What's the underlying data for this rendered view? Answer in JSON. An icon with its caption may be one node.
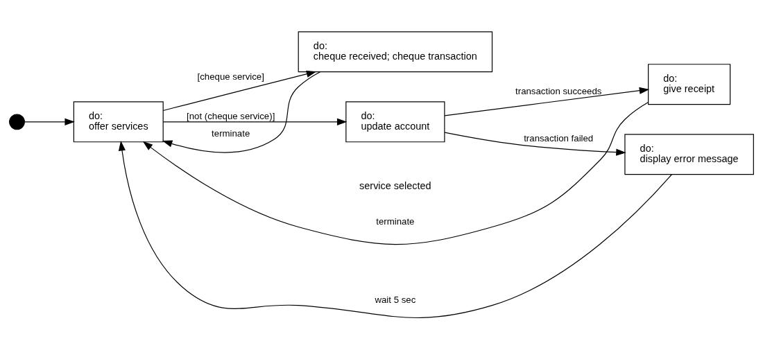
{
  "diagram": {
    "nodes": [
      {
        "text": [],
        "shape": "circle"
      },
      {
        "text": [
          "do:",
          "offer services"
        ]
      },
      {
        "text": [
          "do:",
          "cheque received; cheque transaction"
        ]
      },
      {
        "text": [
          "do:",
          "update account"
        ]
      },
      {
        "text": [
          "do:",
          "give receipt"
        ]
      },
      {
        "text": [
          "do:",
          "display error message"
        ]
      }
    ],
    "edges": [
      {
        "from": 0,
        "to": 1,
        "arrow": "to"
      },
      {
        "from": 1,
        "to": 2,
        "arrow": "to",
        "label": "[cheque service]"
      },
      {
        "from": 1,
        "to": 3,
        "arrow": "to",
        "label": "[not (cheque service)]"
      },
      {
        "from": 3,
        "to": 4,
        "arrow": "to",
        "label": "transaction succeeds"
      },
      {
        "from": 3,
        "to": 5,
        "arrow": "to",
        "label": "transaction failed"
      },
      {
        "from": 5,
        "to": 1,
        "arrow": "to",
        "label": "wait 5 sec"
      },
      {
        "from": 2,
        "to": 1,
        "arrow": "to",
        "label": "terminate"
      },
      {
        "from": 4,
        "to": 1,
        "arrow": "to",
        "label": "terminate"
      }
    ],
    "labels": [
      "service selected"
    ]
  }
}
